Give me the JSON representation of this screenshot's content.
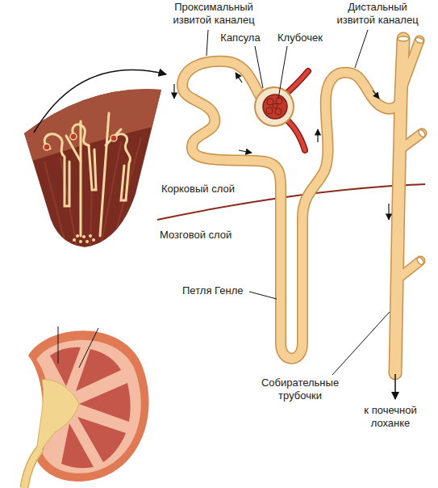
{
  "diagram": {
    "labels": [
      "Проксимальный извитой каналец",
      "Капсула",
      "Клубочек",
      "Дистальный извитой каналец",
      "Корковый слой",
      "Мозговой слой",
      "Петля Генле",
      "Собирательные трубочки",
      "к почечной лоханке"
    ]
  }
}
